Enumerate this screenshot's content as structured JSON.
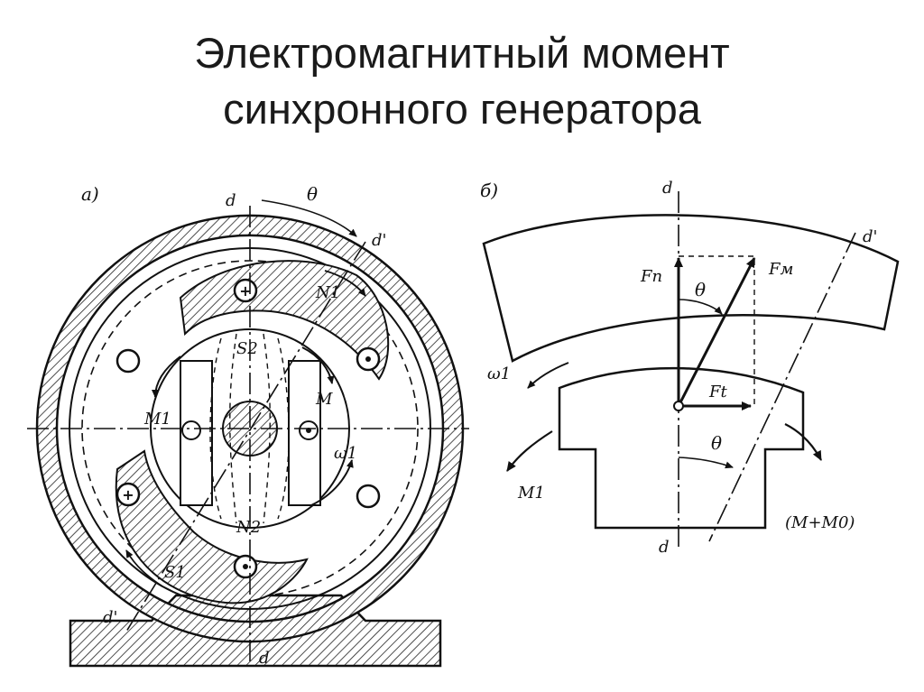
{
  "title": {
    "line1": "Электромагнитный момент",
    "line2": "синхронного генератора"
  },
  "fig_a": {
    "tag": "a)",
    "d_top": "d",
    "d_bottom": "d",
    "d_prime_top": "d'",
    "d_prime_bottom": "d'",
    "theta": "θ",
    "N1": "N1",
    "S1": "S1",
    "N2": "N2",
    "S2": "S2",
    "M1": "M1",
    "M": "M",
    "omega1": "ω1"
  },
  "fig_b": {
    "tag": "б)",
    "d_top": "d",
    "d_bottom": "d",
    "d_prime": "d'",
    "Fn": "Fn",
    "Fm": "Fм",
    "Ft": "Ft",
    "theta_top": "θ",
    "theta_bottom": "θ",
    "omega1": "ω1",
    "M1": "M1",
    "M_plus_M0": "(M+M0)"
  }
}
